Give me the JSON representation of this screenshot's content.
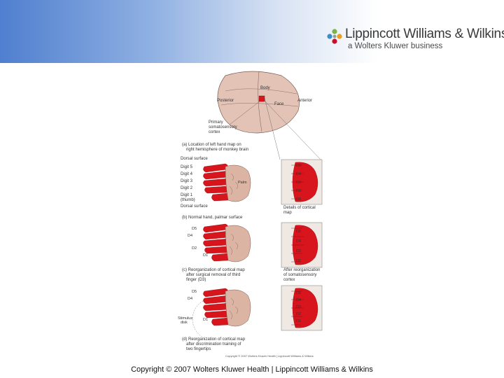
{
  "header": {
    "logo_name": "Lippincott Williams & Wilkins",
    "logo_subtitle": "a Wolters Kluwer business",
    "logo_colors": [
      "#7ab547",
      "#3c8dc8",
      "#e8a020",
      "#c8102e"
    ]
  },
  "figure": {
    "brain": {
      "body": "Body",
      "face": "Face",
      "posterior": "Posterior",
      "anterior": "Anterior",
      "primary_cortex": [
        "Primary",
        "somatosensory",
        "cortex"
      ]
    },
    "panel_a": {
      "caption": [
        "(a) Location of left hand map on",
        "right hemisphere of monkey brain"
      ],
      "dorsal_top": "Dorsal surface",
      "digits": [
        "Digit 5",
        "Digit 4",
        "Digit 3",
        "Digit 2",
        "Digit 1"
      ],
      "thumb": "(thumb)",
      "dorsal_bottom": "Dorsal surface",
      "palm": "Palm",
      "map_caption": [
        "Details of cortical",
        "map"
      ]
    },
    "panel_b": {
      "caption": "(b) Normal hand, palmar surface",
      "labels": [
        "D5",
        "D4",
        "D2",
        "D1"
      ]
    },
    "panel_c": {
      "caption": [
        "(c) Reorganization of cortical map",
        "after surgical removal of third",
        "finger (D3)"
      ],
      "map_caption": [
        "After reorganization",
        "of somatosensory",
        "cortex"
      ]
    },
    "panel_d": {
      "labels": [
        "D5",
        "D4",
        "D1"
      ],
      "stimulus": [
        "Stimulus",
        "disk"
      ],
      "caption": [
        "(d) Reorganization of cortical map",
        "after discrimination training of",
        "two fingertips"
      ]
    },
    "cortical_map_labels": [
      "D1",
      "D2",
      "D3",
      "D4",
      "D5"
    ],
    "figure_copyright": "Copyright © 2007 Wolters Kluwer Health | Lippincott Williams & Wilkins",
    "colors": {
      "cortex_red": "#d8141d",
      "skin": "#dcb4a4",
      "brain": "#e3c3b6"
    }
  },
  "footer": {
    "copyright": "Copyright © 2007 Wolters Kluwer Health | Lippincott Williams & Wilkins"
  }
}
